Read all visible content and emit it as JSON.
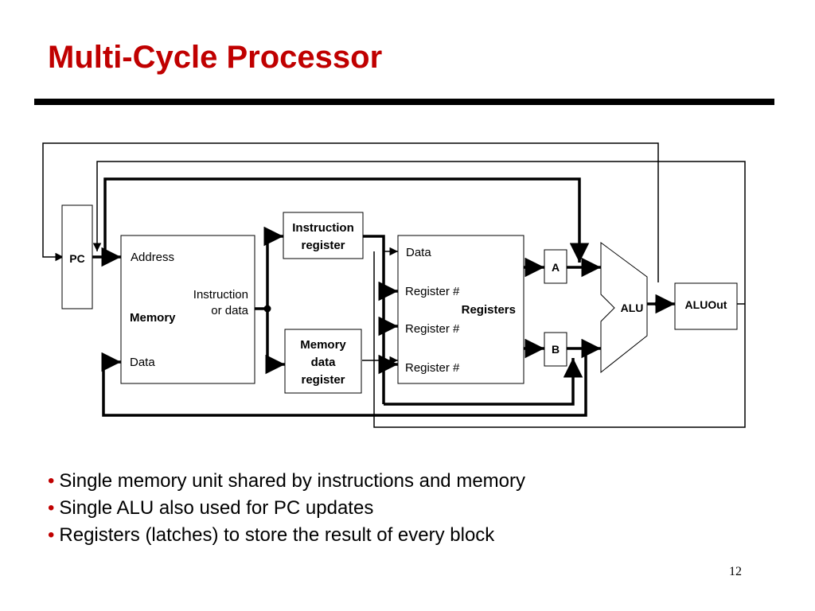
{
  "title": "Multi-Cycle Processor",
  "diagram": {
    "pc": "PC",
    "memory": {
      "address": "Address",
      "instruction_or_data_1": "Instruction",
      "instruction_or_data_2": "or data",
      "name": "Memory",
      "data": "Data"
    },
    "instruction_register": [
      "Instruction",
      "register"
    ],
    "memory_data_register": [
      "Memory",
      "data",
      "register"
    ],
    "registers": {
      "data": "Data",
      "reg1": "Register #",
      "reg2": "Register #",
      "reg3": "Register #",
      "name": "Registers"
    },
    "a": "A",
    "b": "B",
    "alu": "ALU",
    "aluout": "ALUOut"
  },
  "bullets": [
    "Single memory unit shared by instructions and memory",
    "Single ALU also used for PC updates",
    "Registers (latches) to store the result of every block"
  ],
  "bullet_marker": "•",
  "page_number": "12"
}
